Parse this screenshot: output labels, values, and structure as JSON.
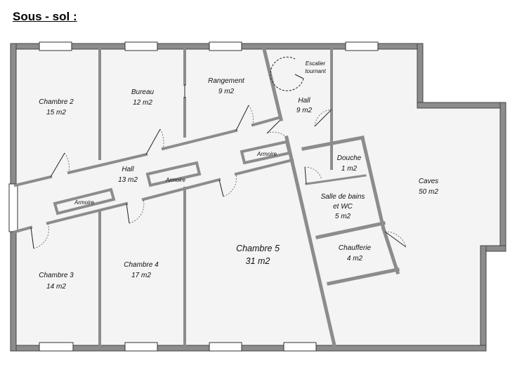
{
  "title": "Sous - sol :",
  "rooms": {
    "chambre2": {
      "name": "Chambre 2",
      "area": "15 m2"
    },
    "bureau": {
      "name": "Bureau",
      "area": "12 m2"
    },
    "rangement": {
      "name": "Rangement",
      "area": "9 m2"
    },
    "hall_top": {
      "name": "Hall",
      "area": "9 m2"
    },
    "escalier": {
      "line1": "Escalier",
      "line2": "tournant"
    },
    "hall_main": {
      "name": "Hall",
      "area": "13 m2"
    },
    "armoire1": {
      "name": "Armoire"
    },
    "armoire2": {
      "name": "Armoire"
    },
    "armoire3": {
      "name": "Armoire"
    },
    "douche": {
      "name": "Douche",
      "area": "1 m2"
    },
    "sdb": {
      "line1": "Salle de bains",
      "line2": "et WC",
      "area": "5 m2"
    },
    "caves": {
      "name": "Caves",
      "area": "50 m2"
    },
    "chaufferie": {
      "name": "Chaufferie",
      "area": "4 m2"
    },
    "chambre5": {
      "name": "Chambre 5",
      "area": "31 m2"
    },
    "chambre3": {
      "name": "Chambre 3",
      "area": "14 m2"
    },
    "chambre4": {
      "name": "Chambre 4",
      "area": "17 m2"
    }
  }
}
